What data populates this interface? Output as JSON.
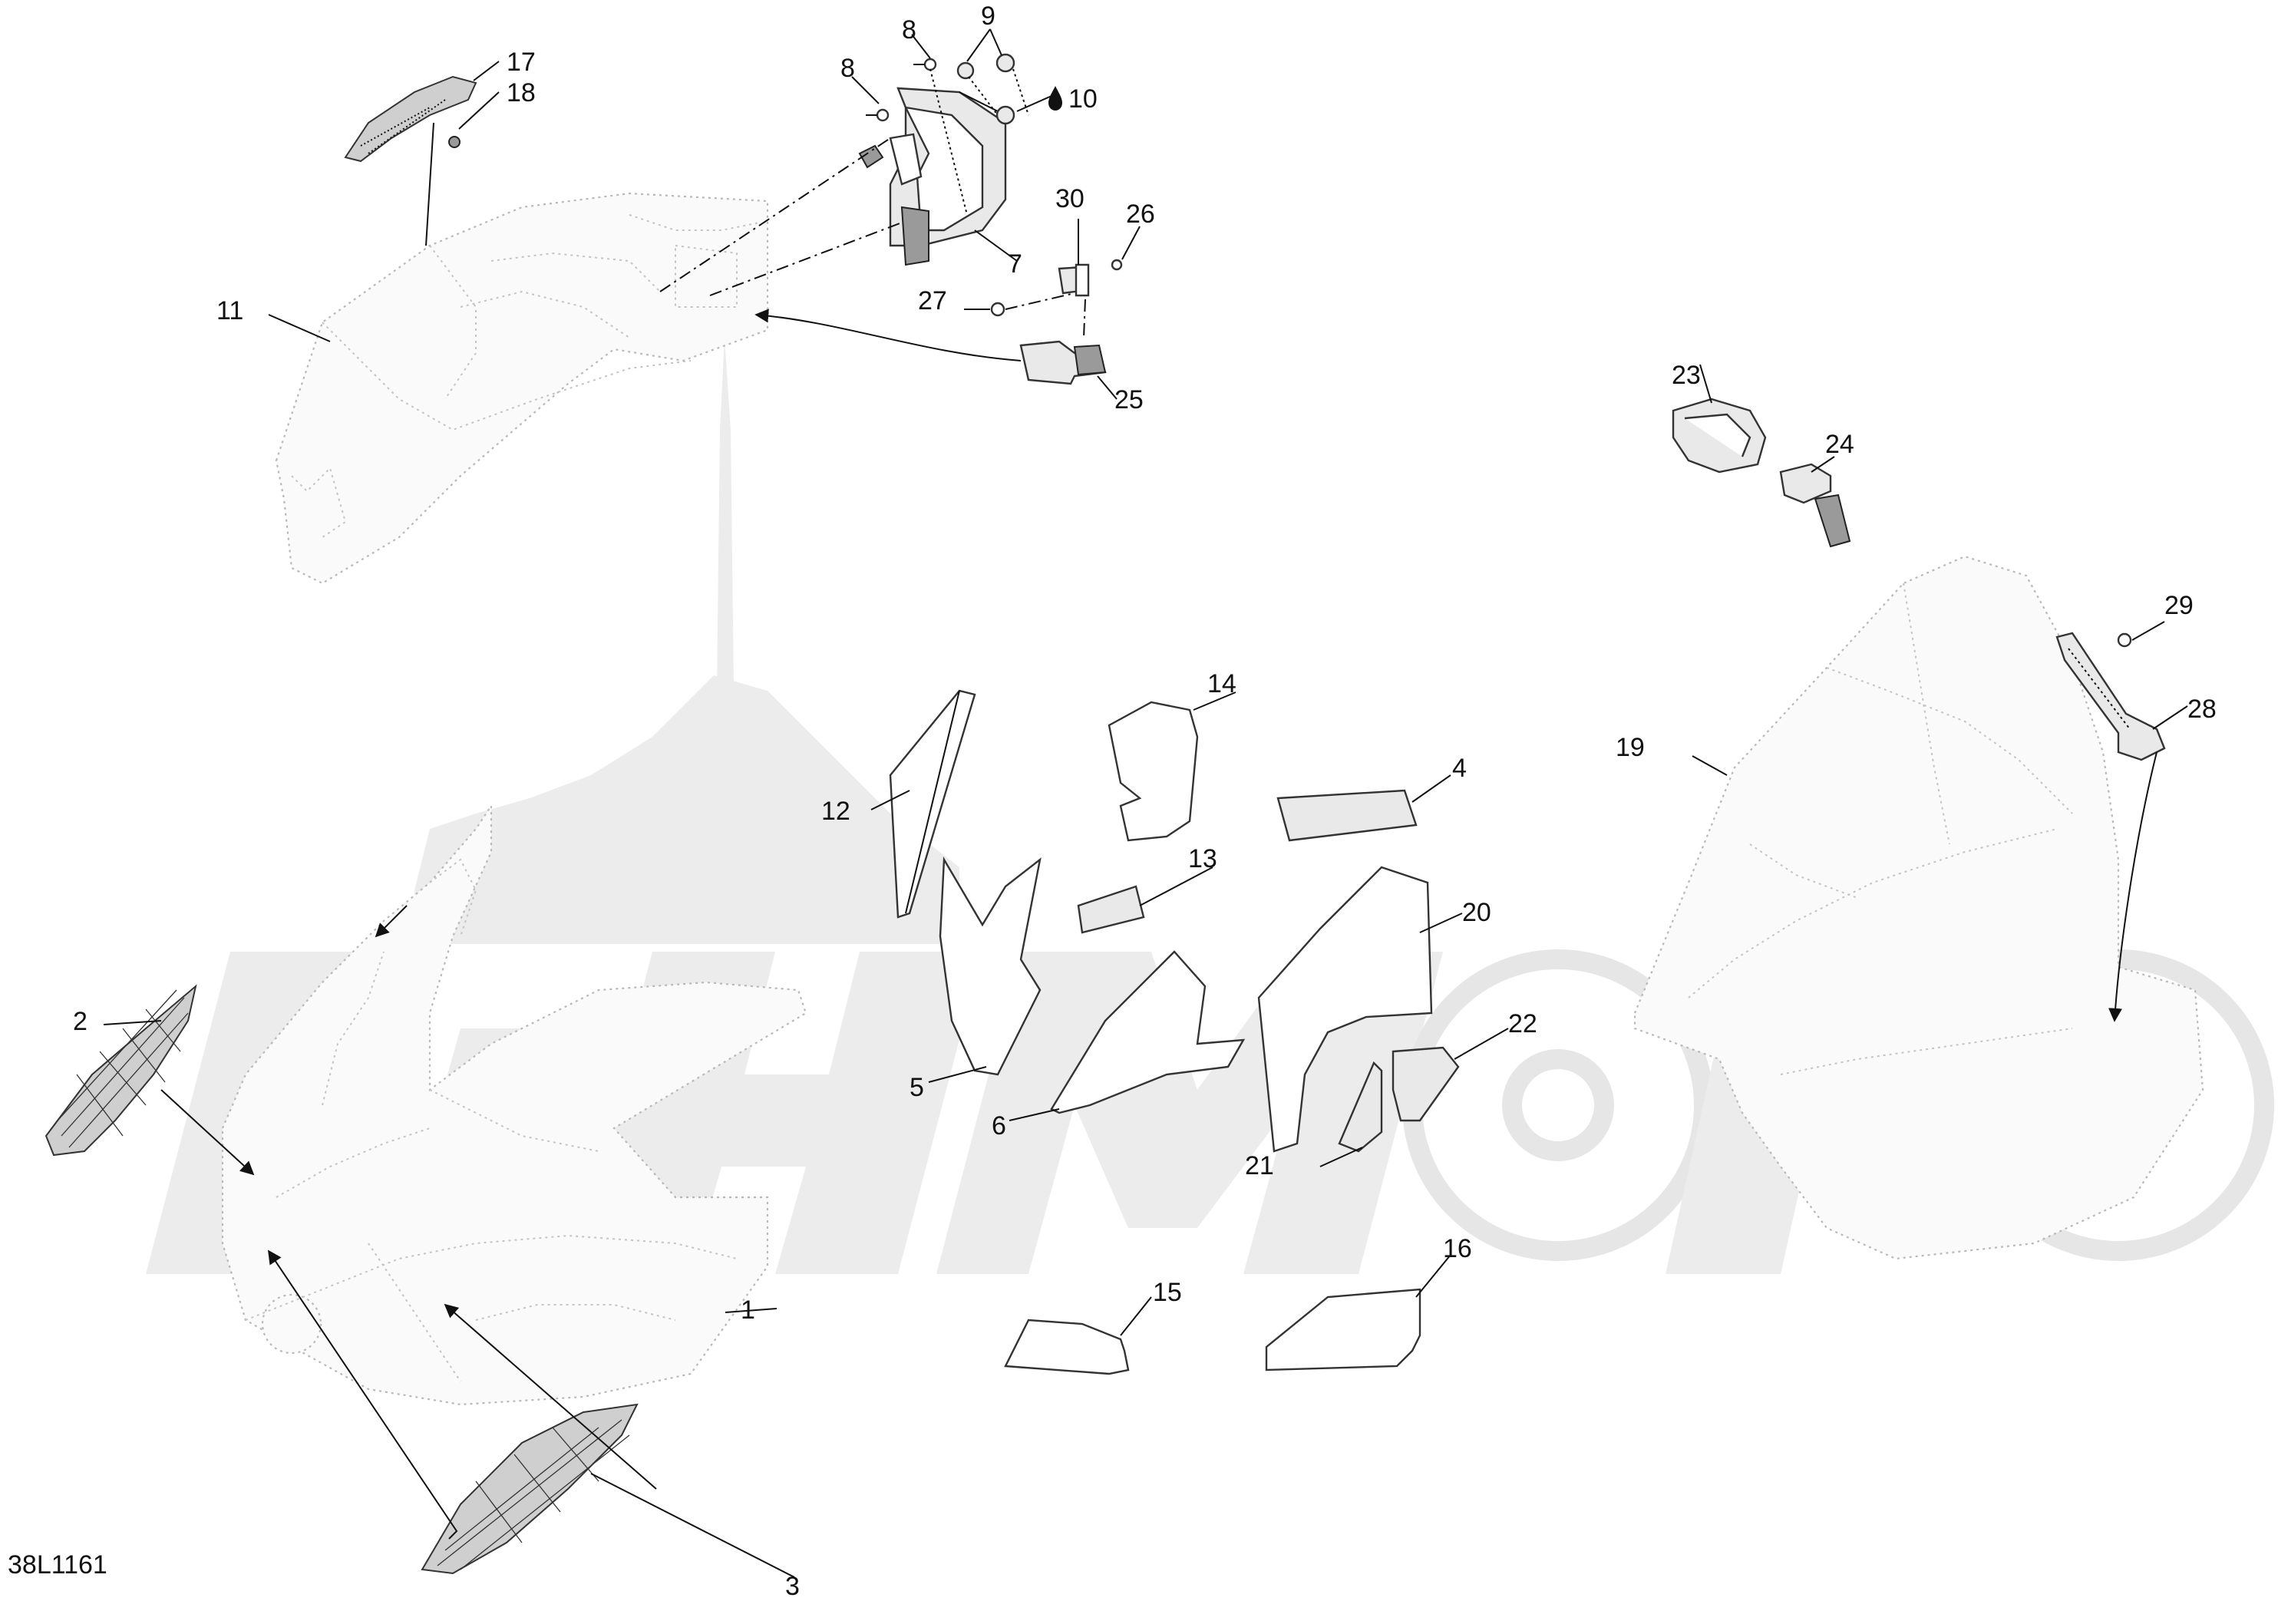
{
  "figure": {
    "code": "38L1161",
    "watermark": "LeHMoTo"
  },
  "callouts": [
    "1",
    "2",
    "3",
    "4",
    "5",
    "6",
    "7",
    "8",
    "8",
    "9",
    "10",
    "11",
    "12",
    "13",
    "14",
    "15",
    "16",
    "17",
    "18",
    "19",
    "20",
    "21",
    "22",
    "23",
    "24",
    "25",
    "26",
    "27",
    "28",
    "29",
    "30"
  ],
  "icons": {
    "drop": "liquid-drop-icon",
    "arrowhead": "arrowhead-icon"
  },
  "colors": {
    "line": "#333333",
    "ghost": "#b9b9b9",
    "watermark": "#ececec"
  }
}
